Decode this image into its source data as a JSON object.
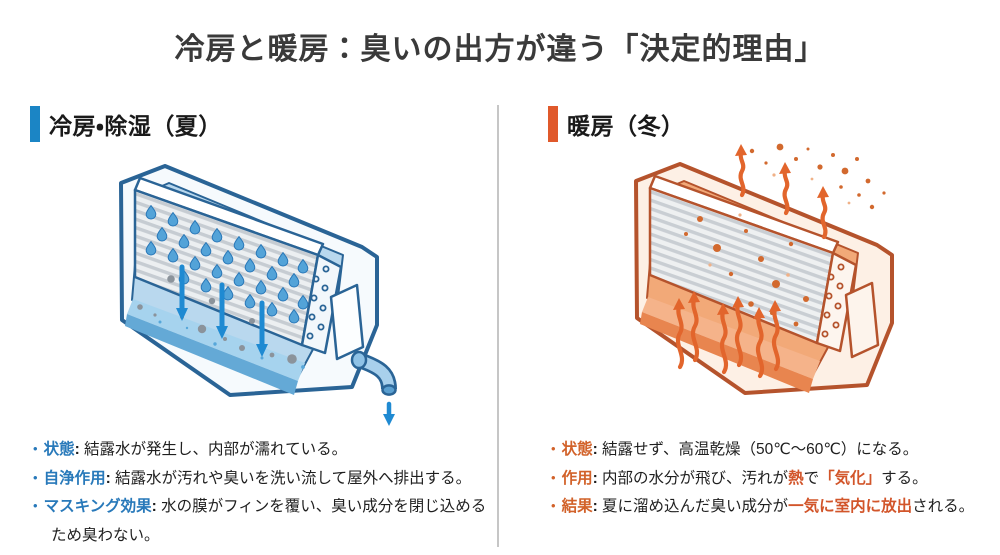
{
  "page": {
    "title": "冷房と暖房：臭いの出方が違う「決定的理由」"
  },
  "colors": {
    "cool_accent": "#1b85c5",
    "warm_accent": "#e0592b",
    "cool_label": "#2879ba",
    "warm_label": "#d2622a",
    "warm_emphasis": "#d2552a",
    "divider": "#c6c6c6",
    "title_text": "#3a3a3a"
  },
  "left_panel": {
    "heading": "冷房・除湿（夏）",
    "illustration": "air-conditioner-cutaway-cooling-condensation-drain",
    "bullets": [
      {
        "label": "状態",
        "segments": [
          {
            "text": "結露水が発生し、内部が濡れている。"
          }
        ]
      },
      {
        "label": "自浄作用",
        "segments": [
          {
            "text": "結露水が汚れや臭いを洗い流して屋外へ排出する。"
          }
        ]
      },
      {
        "label": "マスキング効果",
        "segments": [
          {
            "text": "水の膜がフィンを覆い、臭い成分を閉じ込めるため臭わない。"
          }
        ]
      }
    ]
  },
  "right_panel": {
    "heading": "暖房（冬）",
    "illustration": "air-conditioner-cutaway-heating-odor-release",
    "bullets": [
      {
        "label": "状態",
        "segments": [
          {
            "text": "結露せず、高温乾燥（50℃〜60℃）になる。"
          }
        ]
      },
      {
        "label": "作用",
        "segments": [
          {
            "text": "内部の水分が飛び、汚れが"
          },
          {
            "text": "熱",
            "em": true
          },
          {
            "text": "で"
          },
          {
            "text": "「気化」",
            "em": true
          },
          {
            "text": "する。"
          }
        ]
      },
      {
        "label": "結果",
        "segments": [
          {
            "text": "夏に溜め込んだ臭い成分が"
          },
          {
            "text": "一気に室内に放出",
            "em": true
          },
          {
            "text": "される。"
          }
        ]
      }
    ]
  }
}
